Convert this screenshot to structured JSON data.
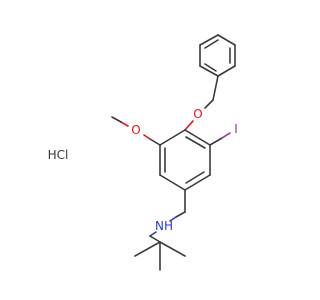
{
  "labels": {
    "oxygen_ether": "O",
    "oxygen_methoxy": "O",
    "iodine": "I",
    "amine": "NH",
    "salt": "HCl"
  },
  "colors": {
    "bond": "#3a3a3a",
    "oxygen": "#e8141c",
    "iodine": "#9a2aa8",
    "nitrogen": "#2a3ad8",
    "salt": "#3a3a3a"
  }
}
